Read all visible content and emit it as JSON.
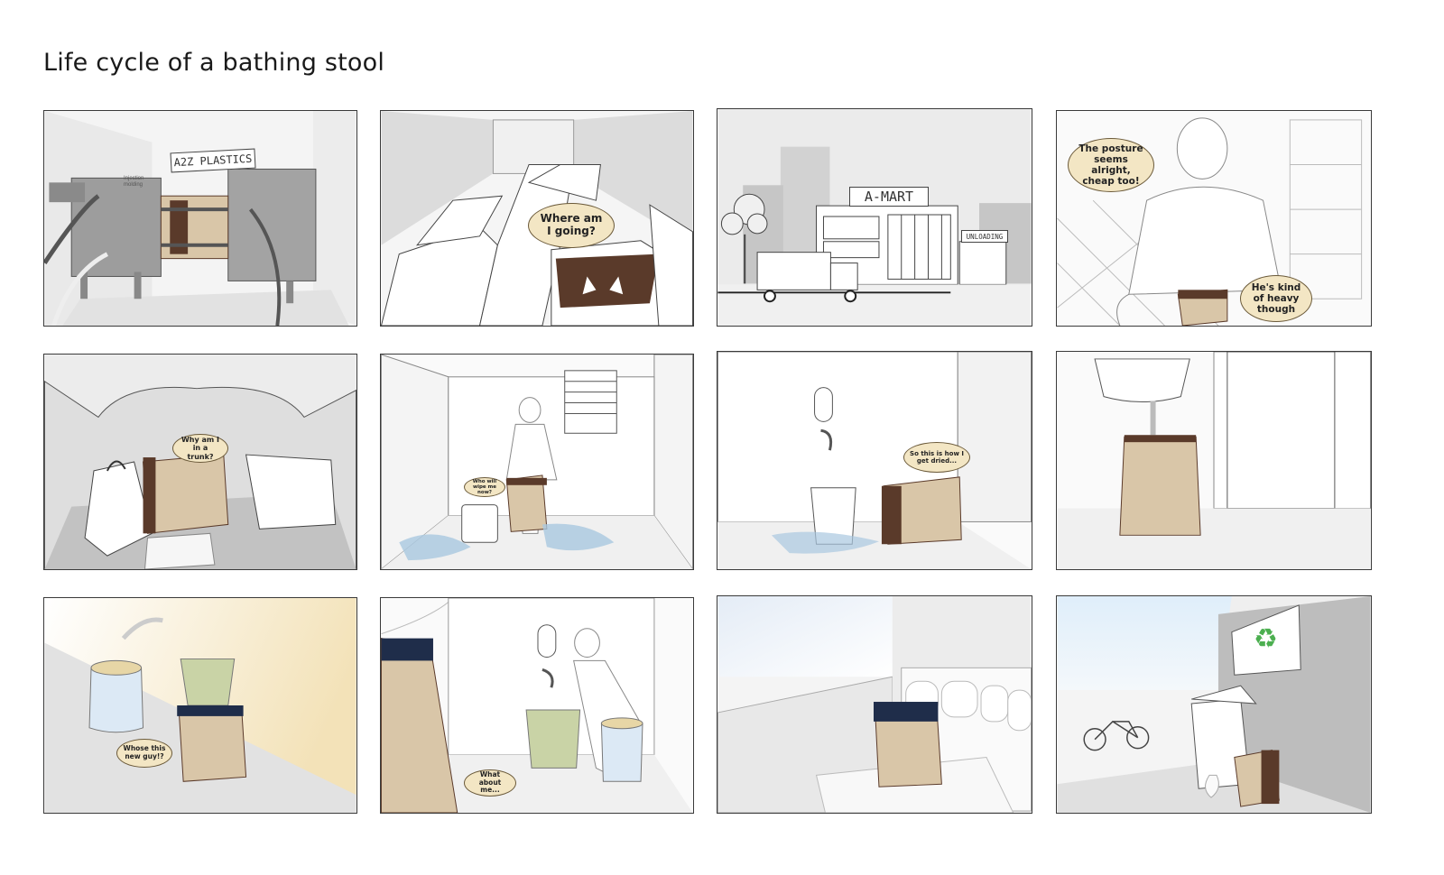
{
  "title": "Life cycle of a bathing stool",
  "panels": {
    "p1": {
      "sign": "A2Z PLASTICS",
      "machine_label": "Injection molding"
    },
    "p2": {
      "speech": "Where am I going?"
    },
    "p3": {
      "store_sign": "A-MART",
      "unloading_sign": "UNLOADING"
    },
    "p4": {
      "speech_1": "The posture seems alright, cheap too!",
      "speech_2": "He's kind of heavy though"
    },
    "p5": {
      "speech": "Why am I in a trunk?"
    },
    "p6": {
      "speech": "Who will wipe me now?"
    },
    "p7": {
      "speech": "So this is how I get dried..."
    },
    "p8": {},
    "p9": {
      "speech": "Whose this new guy!?"
    },
    "p10": {
      "speech": "What about me..."
    },
    "p11": {},
    "p12": {
      "recycle_symbol": "♻"
    }
  },
  "colors": {
    "stool_beige": "#d9c6a8",
    "stool_brown": "#5a3a2a",
    "bubble_fill": "#f3e6c4",
    "water_blue": "#a9c8e0",
    "recycle_green": "#4caf50",
    "bucket_green": "#c9d3a6"
  }
}
